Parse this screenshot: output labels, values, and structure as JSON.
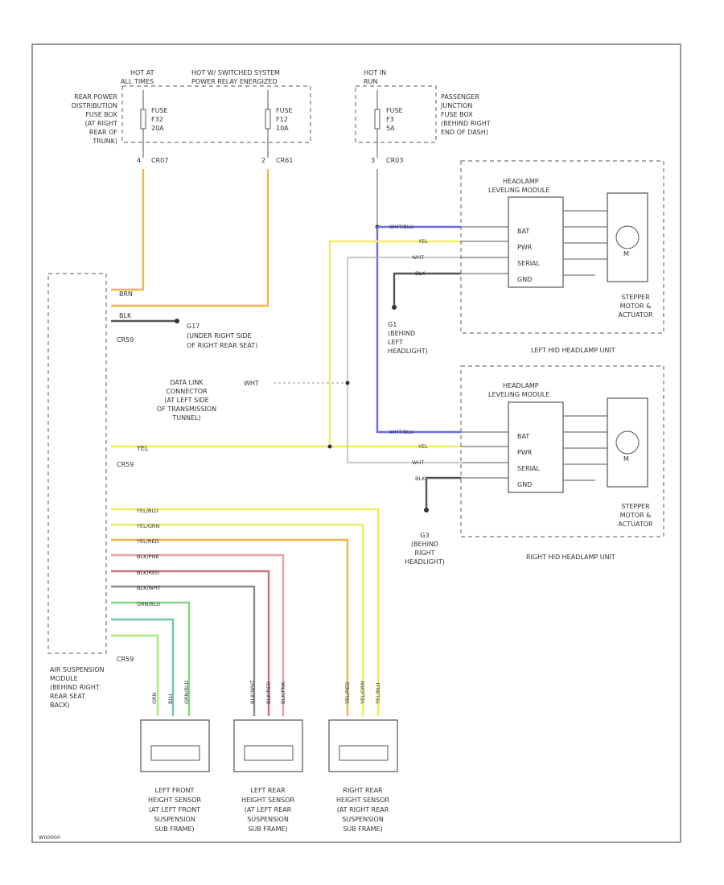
{
  "power": {
    "hot_at_all_times": [
      "HOT AT",
      "ALL TIMES"
    ],
    "hot_switched": [
      "HOT W/ SWITCHED SYSTEM",
      "POWER RELAY ENERGIZED"
    ],
    "hot_in_run": [
      "HOT IN",
      "RUN"
    ],
    "rear_box": [
      "REAR POWER",
      "DISTRIBUTION",
      "FUSE BOX",
      "(AT RIGHT",
      "REAR OF",
      "TRUNK)"
    ],
    "passenger_box": [
      "PASSENGER",
      "JUNCTION",
      "FUSE BOX",
      "(BEHIND RIGHT",
      "END OF DASH)"
    ],
    "fuse_a": [
      "FUSE",
      "F32",
      "20A"
    ],
    "fuse_b": [
      "FUSE",
      "F12",
      "10A"
    ],
    "fuse_c": [
      "FUSE",
      "F3",
      "5A"
    ],
    "conn_a": "CR07",
    "conn_b": "CR61",
    "conn_c": "CR03"
  },
  "headlamp_left": {
    "module": [
      "HEADLAMP",
      "LEVELING MODULE"
    ],
    "pins": [
      "BAT",
      "PWR",
      "SERIAL",
      "GND"
    ],
    "wires": [
      "WHT/BLU",
      "YEL",
      "WHT",
      "BLK"
    ],
    "stepper": [
      "STEPPER",
      "MOTOR &",
      "ACTUATOR"
    ],
    "unit": "LEFT HID HEADLAMP UNIT",
    "ground": [
      "G1",
      "(BEHIND",
      "LEFT",
      "HEADLIGHT)"
    ]
  },
  "headlamp_right": {
    "module": [
      "HEADLAMP",
      "LEVELING MODULE"
    ],
    "pins": [
      "BAT",
      "PWR",
      "SERIAL",
      "GND"
    ],
    "wires": [
      "WHT/BLU",
      "YEL",
      "WHT",
      "BLK"
    ],
    "stepper": [
      "STEPPER",
      "MOTOR &",
      "ACTUATOR"
    ],
    "unit": "RIGHT HID HEADLAMP UNIT",
    "ground": [
      "G3",
      "(BEHIND",
      "RIGHT",
      "HEADLIGHT)"
    ]
  },
  "suspension_module": {
    "wires_top": [
      "BRN",
      "BLK"
    ],
    "conn_top": "CR59",
    "ground": [
      "G17",
      "(UNDER RIGHT SIDE",
      "OF RIGHT REAR SEAT)"
    ],
    "data_link": [
      "DATA LINK",
      "CONNECTOR",
      "(AT LEFT SIDE",
      "OF TRANSMISSION",
      "TUNNEL)"
    ],
    "data_link_wire": "WHT",
    "yel_wire": "YEL",
    "conn_mid": "CR59",
    "bundle_wires": [
      "YEL/BLU",
      "YEL/GRN",
      "YEL/RED",
      "BLK/PNK",
      "BLK/RED",
      "BLK/WHT",
      "GRN/BLU",
      "GRN",
      "BLU"
    ],
    "conn_bottom": "CR59",
    "label": [
      "AIR SUSPENSION",
      "MODULE",
      "(BEHIND RIGHT",
      "REAR SEAT",
      "BACK)"
    ]
  },
  "sensors": [
    {
      "label": [
        "LEFT FRONT",
        "HEIGHT SENSOR",
        "(AT LEFT FRONT",
        "SUSPENSION",
        "SUB FRAME)"
      ],
      "wires": [
        "GRN",
        "BLU",
        "GRN/BLU"
      ]
    },
    {
      "label": [
        "LEFT REAR",
        "HEIGHT SENSOR",
        "(AT LEFT REAR",
        "SUSPENSION",
        "SUB FRAME)"
      ],
      "wires": [
        "BLK/WHT",
        "BLK/RED",
        "BLK/PNK"
      ]
    },
    {
      "label": [
        "RIGHT REAR",
        "HEIGHT SENSOR",
        "(AT RIGHT REAR",
        "SUSPENSION",
        "SUB FRAME)"
      ],
      "wires": [
        "YEL/RED",
        "YEL/GRN",
        "YEL/BLU"
      ]
    }
  ],
  "colors": {
    "wire_yel": "#f2ee5c",
    "wire_orange": "#f2b442",
    "wire_blue": "#6a6af0",
    "wire_red": "#d98a8a",
    "wire_green": "#7ed87e",
    "wire_dark": "#555555"
  },
  "footer_code": "W00000"
}
